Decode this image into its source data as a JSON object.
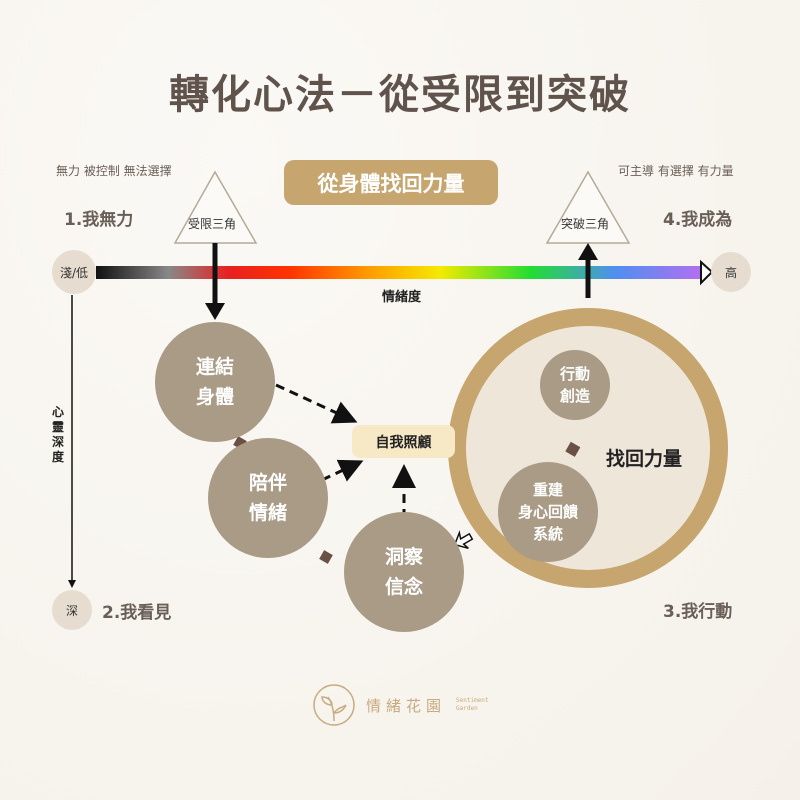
{
  "title": "轉化心法－從受限到突破",
  "subtitle_pill": "從身體找回力量",
  "left_desc": "無力 被控制 無法選擇",
  "right_desc": "可主導 有選擇 有力量",
  "stage1": "1.我無力",
  "stage2": "2.我看見",
  "stage3": "3.我行動",
  "stage4": "4.我成為",
  "triangle_left": "受限三角",
  "triangle_right": "突破三角",
  "axis_low": "淺/低",
  "axis_high": "高",
  "axis_deep": "深",
  "axis_emotion_label": "情緒度",
  "axis_depth_label": "心靈深度",
  "node_body": [
    "連結",
    "身體"
  ],
  "node_emotion": [
    "陪伴",
    "情緒"
  ],
  "node_belief": [
    "洞察",
    "信念"
  ],
  "self_care": "自我照顧",
  "node_action": [
    "行動",
    "創造"
  ],
  "node_rebuild": [
    "重建",
    "身心回饋",
    "系統"
  ],
  "regain_power": "找回力量",
  "logo": {
    "name": "情緒花園",
    "en": [
      "Sentiment",
      "Garden"
    ]
  },
  "colors": {
    "gold": "#c6a56e",
    "node": "#a99b85",
    "ring_inner": "#efe6da",
    "pill": "#f8e9c6"
  }
}
